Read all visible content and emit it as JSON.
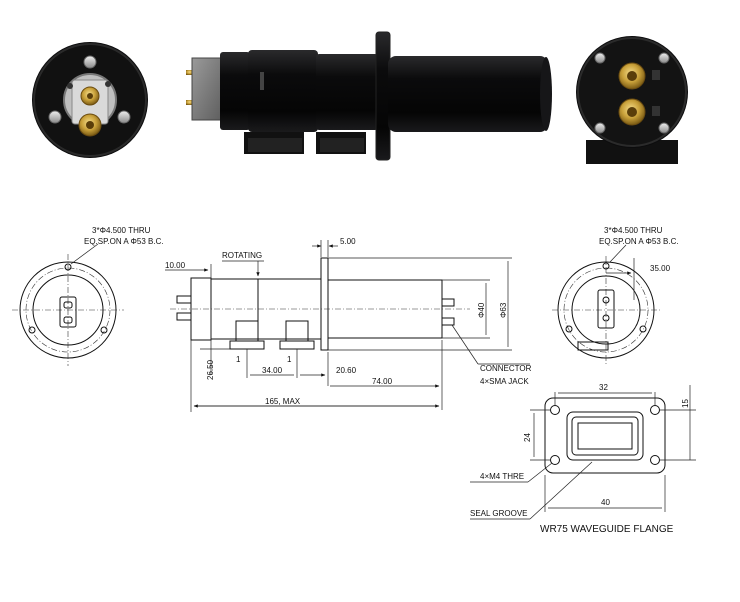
{
  "photos": {
    "front_icon": "rotary-joint-front-photo",
    "side_icon": "rotary-joint-side-photo",
    "rear_icon": "rotary-joint-rear-photo"
  },
  "left_end_view": {
    "holes_note": "3*Φ4.500  THRU",
    "bc_note": "EQ.SP.ON A Φ53  B.C."
  },
  "side_view": {
    "dim_1000": "10.00",
    "rotating_label": "ROTATING",
    "dim_500": "5.00",
    "dia_40": "Φ40",
    "dia_63": "Φ63",
    "dim_2650": "26.50",
    "dim_1_left": "1",
    "dim_1_right": "1",
    "dim_3400": "34.00",
    "dim_2060": "20.60",
    "dim_7400": "74.00",
    "dim_165": "165, MAX",
    "connector_label": "CONNECTOR",
    "connector_type": "4×SMA JACK"
  },
  "right_end_view": {
    "holes_note": "3*Φ4.500  THRU",
    "bc_note": "EQ.SP.ON A Φ53  B.C.",
    "dim_3500": "35.00"
  },
  "flange": {
    "dim_32": "32",
    "dim_15": "15",
    "dim_24": "24",
    "dim_40": "40",
    "thread_label": "4×M4  THRE",
    "seal_label": "SEAL GROOVE",
    "title": "WR75  WAVEGUIDE  FLANGE"
  },
  "colors": {
    "body_black": "#0b0b0c",
    "gold": "#c9a13a",
    "silver": "#c8c8c8"
  }
}
